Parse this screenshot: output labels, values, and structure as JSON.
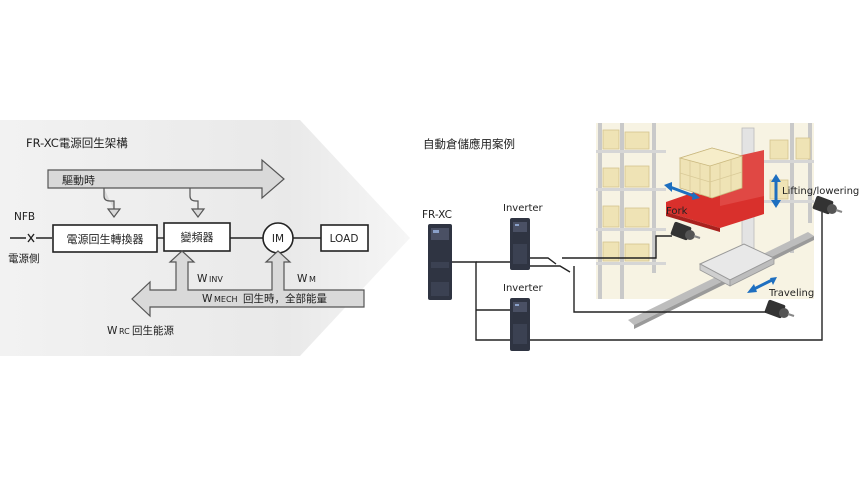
{
  "left_diagram": {
    "title": "FR-XC電源回生架構",
    "driving_label": "驅動時",
    "nfb_label": "NFB",
    "power_side_label": "電源側",
    "regen_converter_label": "電源回生轉換器",
    "inverter_label": "變頻器",
    "motor_label": "IM",
    "load_label": "LOAD",
    "w_inv": {
      "main": "W",
      "sub": "INV"
    },
    "w_m": {
      "main": "W",
      "sub": "M"
    },
    "w_mech": {
      "main": "W",
      "sub": "MECH",
      "suffix": "回生時，全部能量"
    },
    "w_rc": {
      "main": "W",
      "sub": "RC",
      "suffix": "回生能源"
    }
  },
  "right_diagram": {
    "title": "自動倉儲應用案例",
    "fr_xc_label": "FR-XC",
    "inverter_top_label": "Inverter",
    "inverter_bottom_label": "Inverter",
    "fork_label": "Fork",
    "lifting_label": "Lifting/lowering",
    "traveling_label": "Traveling"
  },
  "colors": {
    "background_panel": "#ececec",
    "arrow_fill": "#d9d9d9",
    "fork_red": "#d9302c",
    "motion_blue": "#1e6fc0",
    "rack_yellow": "#efe3b5"
  }
}
